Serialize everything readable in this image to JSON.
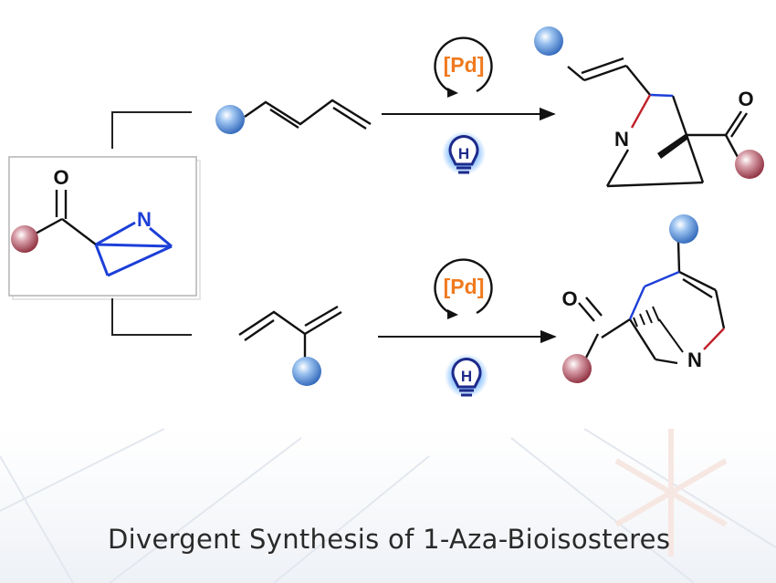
{
  "caption": "Divergent Synthesis of 1-Aza-Bioisosteres",
  "catalyst": "[Pd]",
  "labels": {
    "oxygen": "O",
    "nitrogen": "N",
    "light_letter": "H"
  },
  "colors": {
    "catalyst": "#f07a1e",
    "aziridine_bonds": "#1c3fd8",
    "bond_red": "#c0202a",
    "bond_blue": "#1c3fd8",
    "substituent_blue": "#3a7bd5",
    "substituent_red": "#a83a4a",
    "lightbulb": "#1e2a8a"
  },
  "reactions": [
    {
      "diene": "1-substituted butadiene",
      "product": "azabicyclo[2.1.1] with vinyl substituent"
    },
    {
      "diene": "2-substituted butadiene",
      "product": "bridged azabicyclic alkene"
    }
  ]
}
